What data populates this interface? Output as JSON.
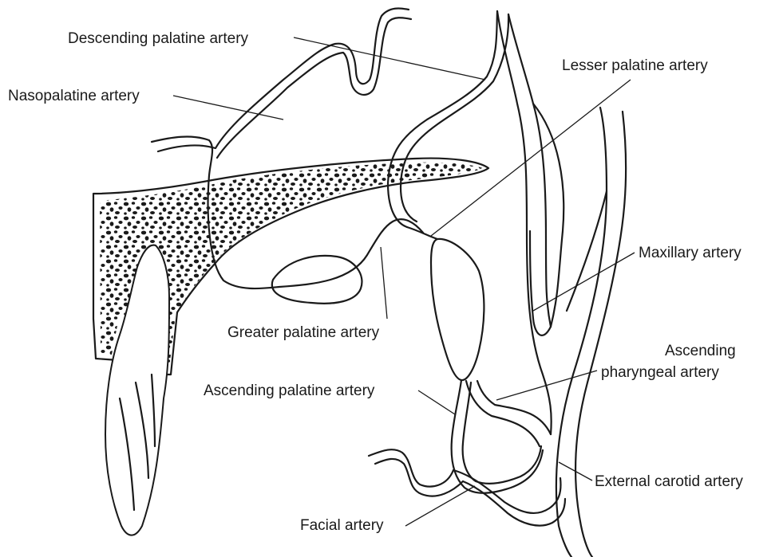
{
  "labels": {
    "descending_palatine": "Descending palatine artery",
    "nasopalatine": "Nasopalatine artery",
    "lesser_palatine": "Lesser palatine artery",
    "maxillary": "Maxillary artery",
    "greater_palatine": "Greater palatine artery",
    "ascending_pharyngeal_1": "Ascending",
    "ascending_pharyngeal_2": "pharyngeal artery",
    "ascending_palatine": "Ascending palatine artery",
    "external_carotid": "External carotid artery",
    "facial": "Facial artery"
  }
}
